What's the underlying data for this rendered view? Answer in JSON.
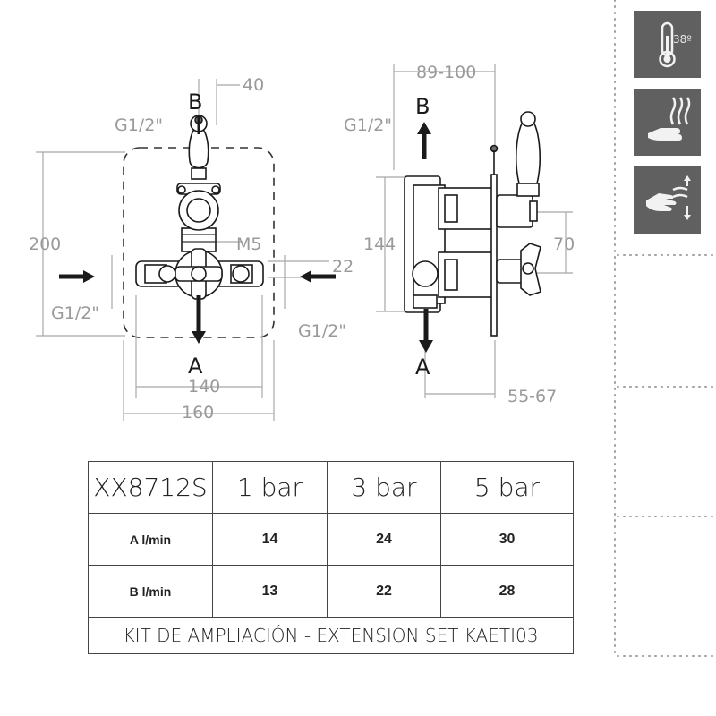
{
  "diagram": {
    "front_view": {
      "label_b": "B",
      "label_a": "A",
      "dim_top": "40",
      "dim_height": "200",
      "dim_m5": "M5",
      "dim_22": "22",
      "dim_140": "140",
      "dim_160": "160",
      "thread_top": "G1/2\"",
      "thread_left": "G1/2\"",
      "thread_right": "G1/2\""
    },
    "side_view": {
      "label_b": "B",
      "label_a": "A",
      "dim_depth": "89-100",
      "dim_144": "144",
      "dim_70": "70",
      "dim_wall": "55-67",
      "thread": "G1/2\""
    }
  },
  "icons": {
    "temperature": {
      "name": "thermometer-icon",
      "value": "38º"
    },
    "hand_heat": {
      "name": "hand-steam-icon"
    },
    "hand_flow": {
      "name": "hand-flow-icon"
    }
  },
  "table": {
    "model": "XX8712S",
    "pressures": [
      "1 bar",
      "3 bar",
      "5 bar"
    ],
    "rows": [
      {
        "label": "A l/min",
        "values": [
          "14",
          "24",
          "30"
        ]
      },
      {
        "label": "B l/min",
        "values": [
          "13",
          "22",
          "28"
        ]
      }
    ],
    "footer": "KIT DE AMPLIACIÓN - EXTENSION SET KAETI03"
  },
  "colors": {
    "dimension": "#9a9a9a",
    "icon_bg": "#606060",
    "line": "#1a1a1a"
  }
}
